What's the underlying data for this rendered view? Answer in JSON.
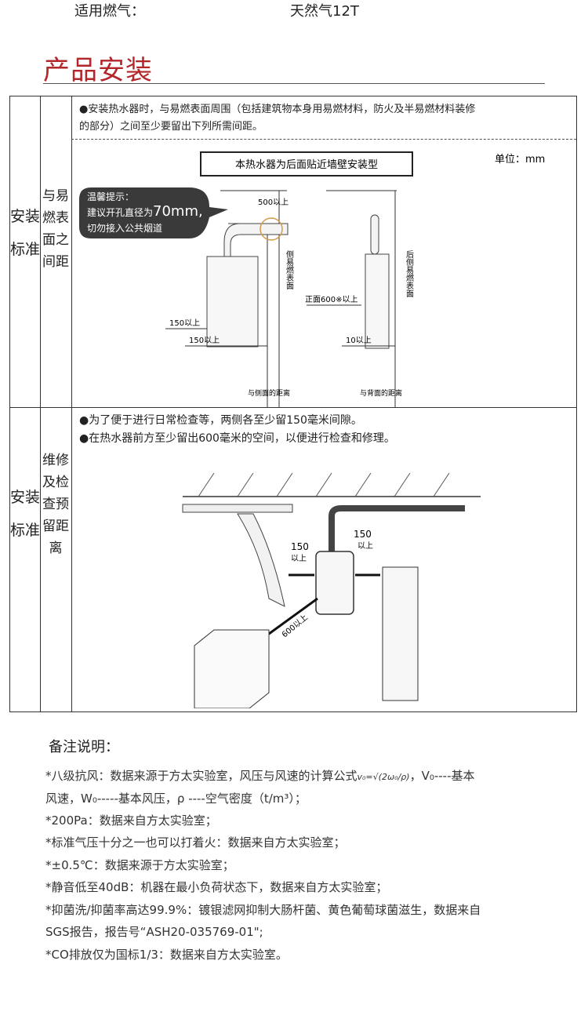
{
  "spec": {
    "label": "适用燃气：",
    "value": "天然气12T"
  },
  "section_title": "产品安装",
  "row1": {
    "category": "安装标准",
    "subcategory": "与易燃表面之间距",
    "bullet": "●安装热水器时，与易燃表面周围（包括建筑物本身用易燃材料，防火及半易燃材料装修的部分）之间至少要留出下列所需间距。",
    "bullet_line1": "●安装热水器时，与易燃表面周围（包括建筑物本身用易燃材料，防火及半易燃材料装修",
    "bullet_line2": "的部分）之间至少要留出下列所需间距。",
    "box_label": "本热水器为后面贴近墙壁安装型",
    "unit": "单位：mm",
    "tip_title": "温馨提示：",
    "tip_line1_prefix": "建议开孔直径为",
    "tip_line1_size": "70mm,",
    "tip_line2": "切勿接入公共烟道",
    "d500": "500以上",
    "d150_left": "150以上",
    "d150_bottom": "150以上",
    "side_surface": "侧易燃表面",
    "front600": "正面600※以上",
    "back_surface": "后侧易燃表面",
    "d10": "10以上",
    "caption_side": "与侧面的距离",
    "caption_back": "与背面的距离"
  },
  "row2": {
    "category": "安装标准",
    "subcategory": "维修及检查预留距离",
    "bullet1": "●为了便于进行日常检查等，两侧各至少留150毫米间隙。",
    "bullet2": "●在热水器前方至少留出600毫米的空间，以便进行检查和修理。",
    "d150_left": "150",
    "d150_left_sub": "以上",
    "d150_right": "150",
    "d150_right_sub": "以上",
    "d600": "600以上"
  },
  "notes": {
    "title": "备注说明：",
    "l1a": "*八级抗风：数据来源于方太实验室，风压与风速的计算公式",
    "formula": "v₀=√(2ω₀/ρ)",
    "l1b": "，V₀----基本",
    "l2": "风速，W₀-----基本风压，ρ ----空气密度（t/m³）；",
    "l3": "*200Pa：数据来自方太实验室；",
    "l4": "*标准气压十分之一也可以打着火：数据来自方太实验室；",
    "l5": "*±0.5℃：数据来源于方太实验室；",
    "l6": "*静音低至40dB：机器在最小负荷状态下，数据来自方太实验室；",
    "l7": "*抑菌洗/抑菌率高达99.9%：镀银滤网抑制大肠杆菌、黄色葡萄球菌滋生，数据来自",
    "l8": "SGS报告，报告号“ASH20-035769-01\";",
    "l9": "*CO排放仅为国标1/3：数据来自方太实验室。"
  },
  "colors": {
    "title": "#b3262a",
    "tip_bubble": "#3a3a3a",
    "highlight_ring": "#d49a4a"
  }
}
